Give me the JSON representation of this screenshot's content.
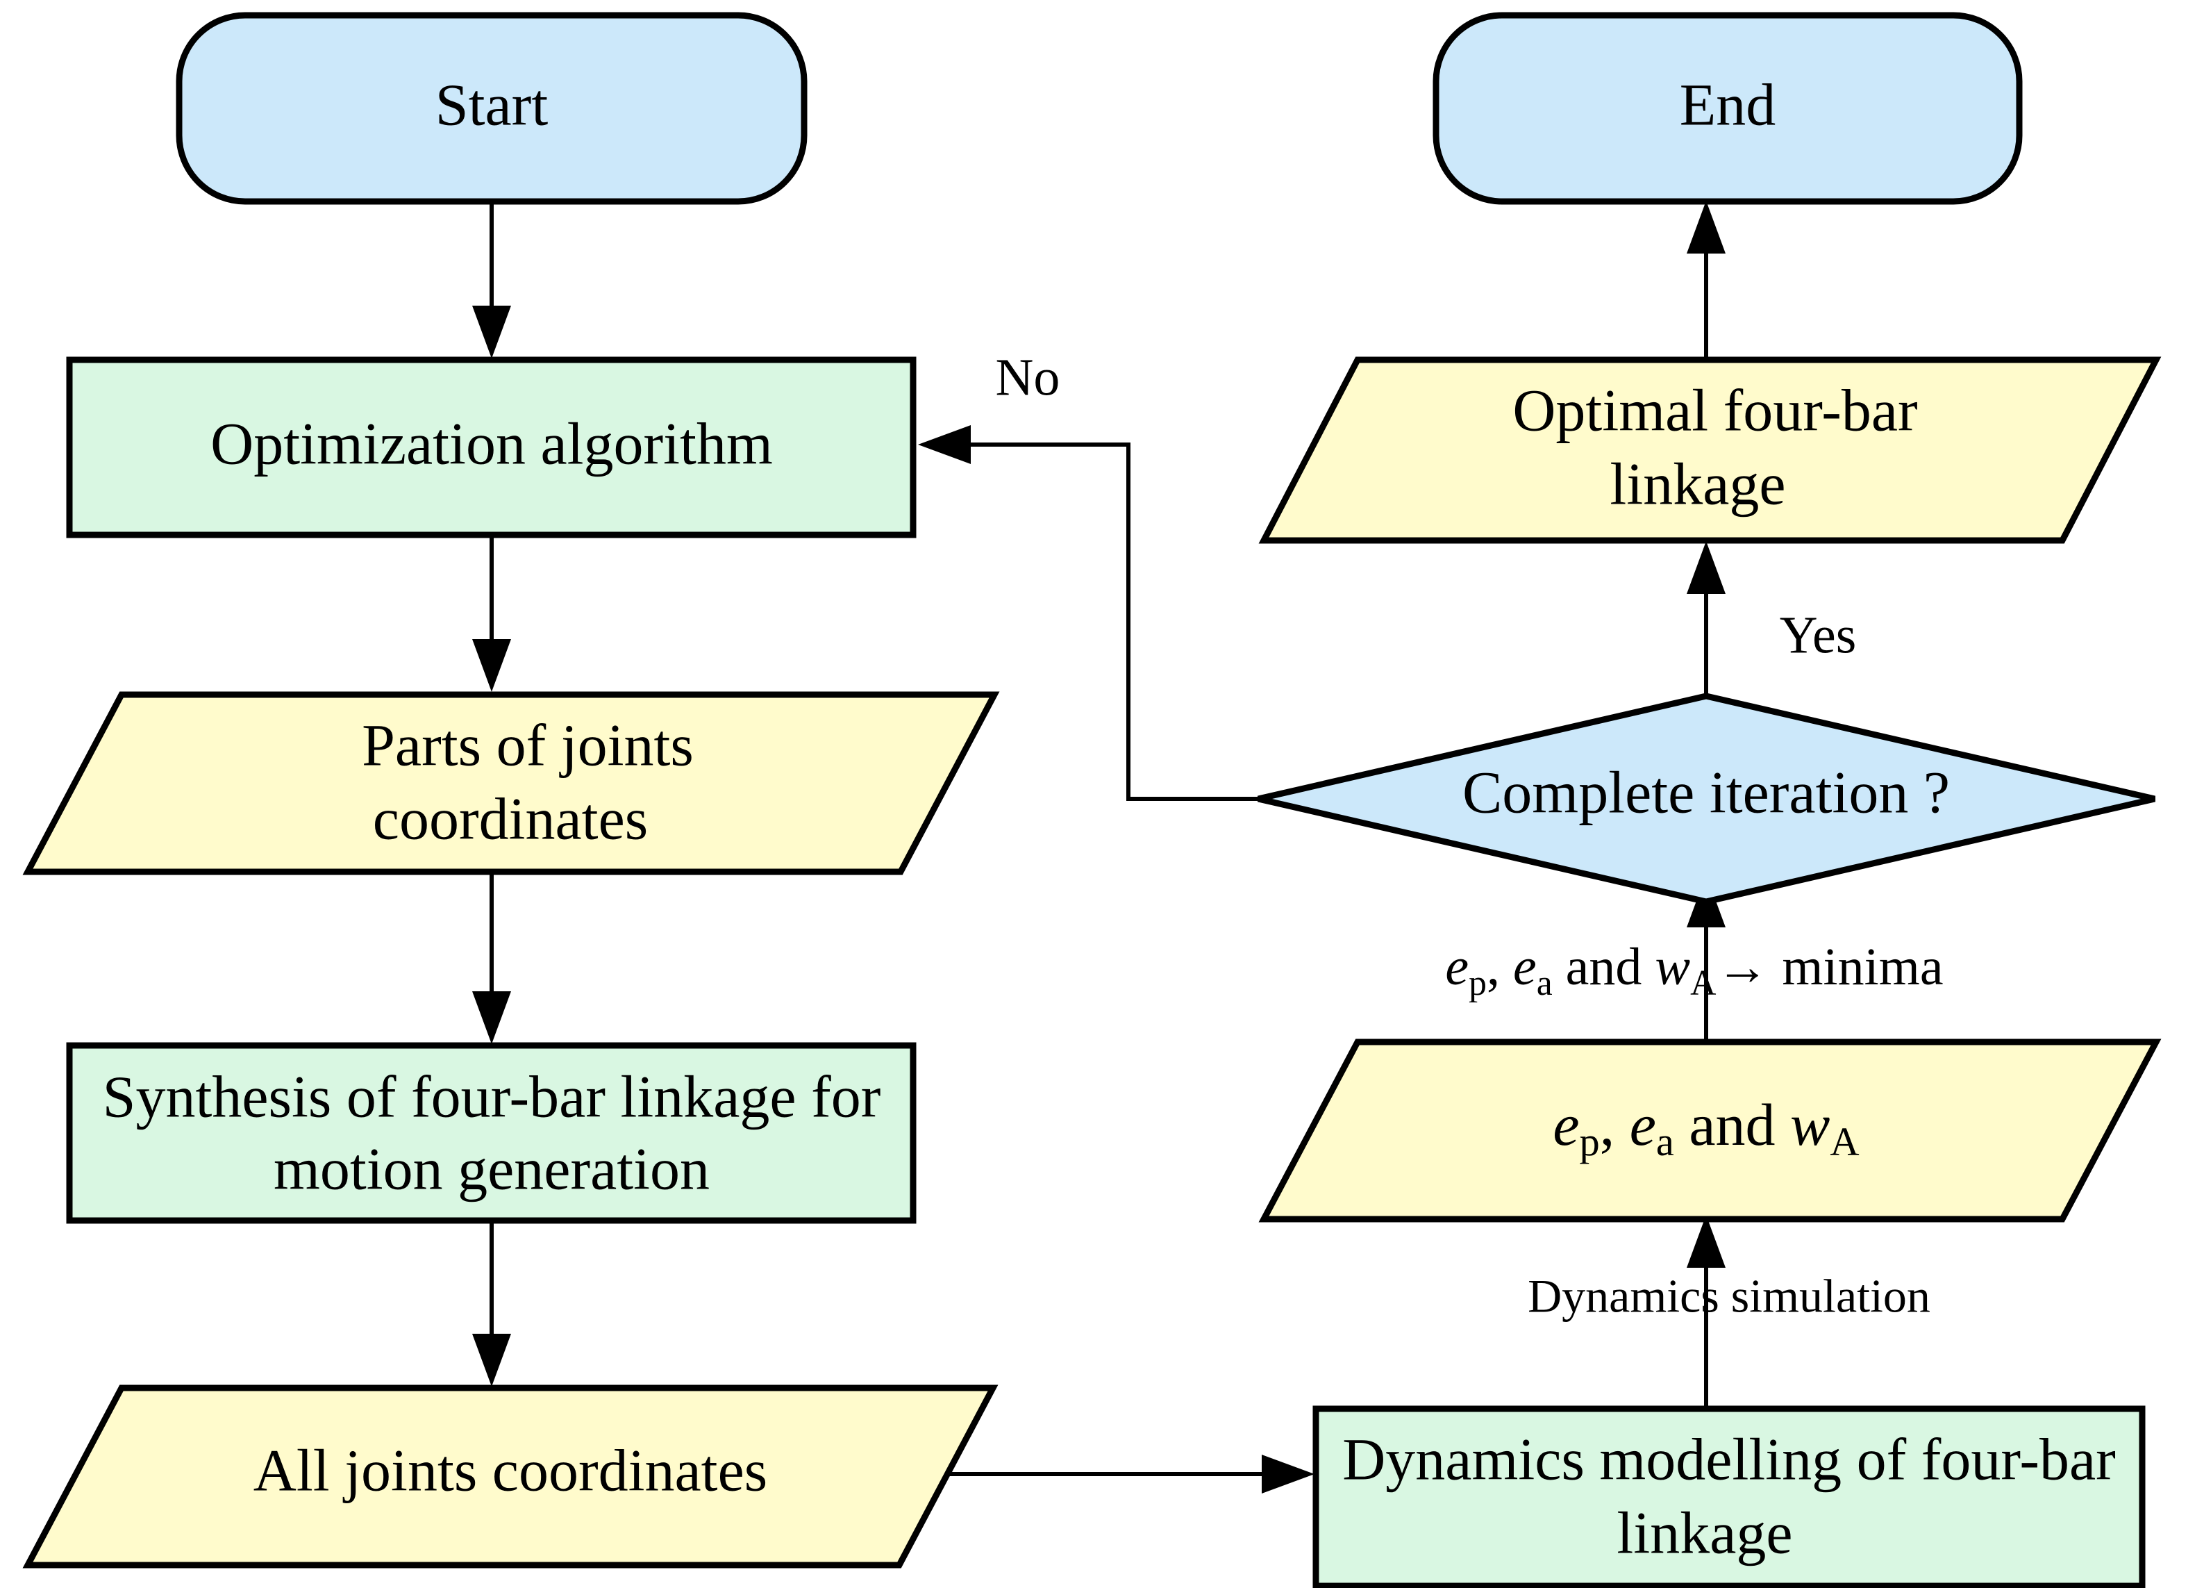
{
  "diagram": {
    "title": "Optimization flowchart for four-bar linkage synthesis",
    "type": "flowchart",
    "colors": {
      "terminator_fill": "#cce8fa",
      "process_fill": "#d9f7e2",
      "io_fill": "#fffbcc",
      "decision_fill": "#cce8fa",
      "stroke": "#000000",
      "background": "#ffffff"
    }
  },
  "nodes": {
    "start": {
      "label": "Start",
      "shape": "terminator"
    },
    "optimization_algorithm": {
      "label": "Optimization algorithm",
      "shape": "process"
    },
    "parts_of_joints_coordinates": {
      "line1": "Parts of joints",
      "line2": "coordinates",
      "shape": "io"
    },
    "synthesis": {
      "line1": "Synthesis of four-bar linkage for",
      "line2": "motion generation",
      "shape": "process"
    },
    "all_joints_coordinates": {
      "label": "All joints coordinates",
      "shape": "io"
    },
    "dynamics_modelling": {
      "line1": "Dynamics modelling of four-bar",
      "line2": "linkage",
      "shape": "process"
    },
    "errors_output": {
      "shape": "io",
      "parts": [
        {
          "sym": "e",
          "sub": "p",
          "tail": ","
        },
        {
          "sym": "e",
          "sub": "a",
          "tail": ""
        },
        {
          "plain": "and"
        },
        {
          "sym": "w",
          "sub": "A",
          "tail": ""
        }
      ],
      "plain_text": "ep, ea and wA"
    },
    "complete_iteration": {
      "label": "Complete iteration ?",
      "shape": "decision"
    },
    "optimal_four_bar_linkage": {
      "line1": "Optimal four-bar",
      "line2": "linkage",
      "shape": "io"
    },
    "end": {
      "label": "End",
      "shape": "terminator"
    }
  },
  "edge_labels": {
    "no": "No",
    "yes": "Yes",
    "dynamics_simulation": "Dynamics simulation",
    "minima": {
      "plain_text": "ep, ea and wA→ minima",
      "arrow": "→",
      "suffix": "minima",
      "parts": [
        {
          "sym": "e",
          "sub": "p",
          "tail": ","
        },
        {
          "sym": "e",
          "sub": "a",
          "tail": ""
        },
        {
          "plain": "and"
        },
        {
          "sym": "w",
          "sub": "A",
          "tail": ""
        }
      ]
    }
  }
}
